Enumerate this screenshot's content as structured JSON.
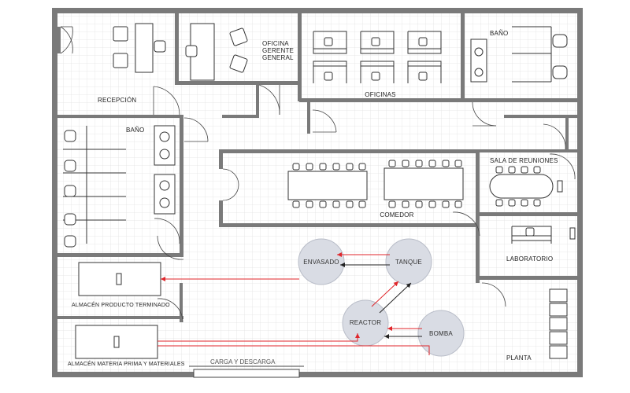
{
  "rooms": {
    "recepcion": "RECEPCIÓN",
    "oficina_gerente_1": "OFICINA",
    "oficina_gerente_2": "GERENTE",
    "oficina_gerente_3": "GENERAL",
    "oficinas": "OFICINAS",
    "bano_top": "BAÑO",
    "bano_left": "BAÑO",
    "sala_reuniones": "SALA DE REUNIONES",
    "comedor": "COMEDOR",
    "laboratorio": "LABORATORIO",
    "almacen_producto": "ALMACÉN PRODUCTO TERMINADO",
    "almacen_materia": "ALMACÉN MATERIA PRIMA Y MATERIALES",
    "carga_descarga": "CARGA Y DESCARGA",
    "planta": "PLANTA"
  },
  "process": {
    "envasado": "ENVASADO",
    "tanque": "TANQUE",
    "reactor": "REACTOR",
    "bomba": "BOMBA"
  },
  "colors": {
    "wall": "#7a7a7a",
    "grid": "#e3e3e3",
    "node_fill": "#d9dce4",
    "red_flow": "#e0262b",
    "black_flow": "#222222"
  }
}
